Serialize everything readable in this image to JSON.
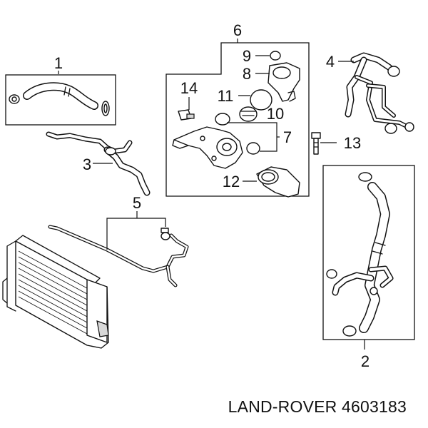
{
  "callouts": {
    "c1": "1",
    "c2": "2",
    "c3": "3",
    "c4": "4",
    "c5": "5",
    "c6": "6",
    "c7": "7",
    "c8": "8",
    "c9": "9",
    "c10": "10",
    "c11": "11",
    "c12": "12",
    "c13": "13",
    "c14": "14"
  },
  "caption": "LAND-ROVER 4603183"
}
